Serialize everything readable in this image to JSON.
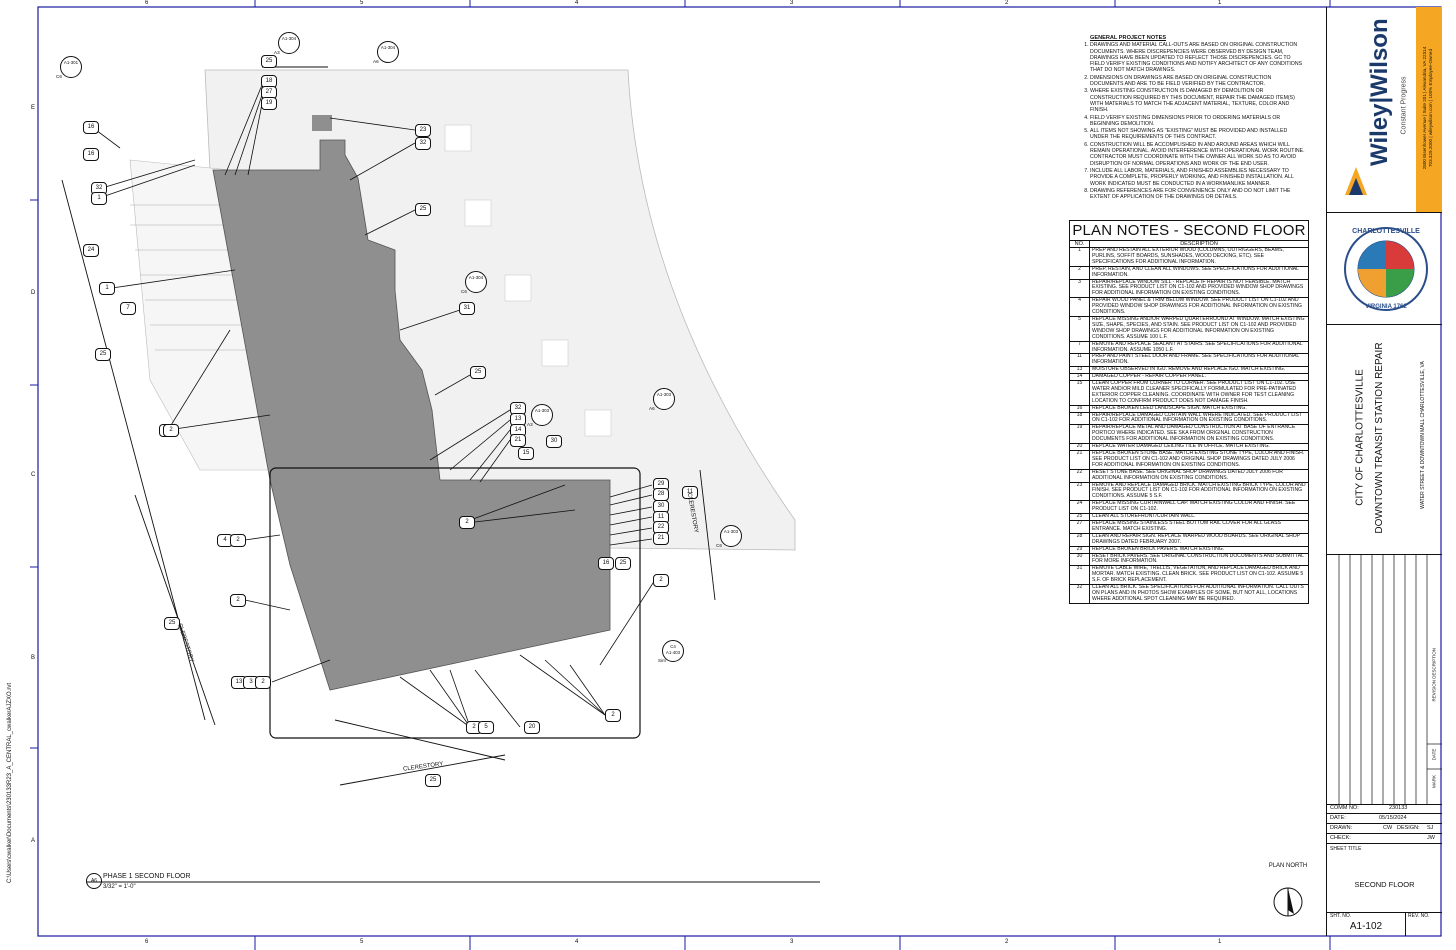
{
  "grid": {
    "columns": [
      "6",
      "5",
      "4",
      "3",
      "2",
      "1"
    ],
    "rows": [
      "E",
      "D",
      "C",
      "B",
      "A"
    ]
  },
  "general_notes": {
    "heading": "GENERAL PROJECT NOTES",
    "items": [
      "DRAWINGS AND MATERIAL CALL-OUTS ARE BASED ON ORIGINAL CONSTRUCTION DOCUMENTS. WHERE DISCREPENCIES WERE OBSERVED BY DESIGN TEAM, DRAWINGS HAVE BEEN UPDATED TO REFLECT THOSE DISCREPENCIES. GC TO FIELD VERIFY EXISTING CONDITIONS AND NOTIFY ARCHITECT OF ANY CONDITIONS THAT DO NOT MATCH DRAWINGS.",
      "DIMENSIONS ON DRAWINGS ARE BASED ON ORIGINAL CONSTRUCTION DOCUMENTS AND ARE TO BE FIELD VERIFIED BY THE CONTRACTOR.",
      "WHERE EXISTING CONSTRUCTION IS DAMAGED BY DEMOLITION OR CONSTRUCTION REQUIRED BY THIS DOCUMENT, REPAIR THE DAMAGED ITEM(S) WITH MATERIALS TO MATCH THE ADJACENT MATERIAL, TEXTURE, COLOR AND FINISH.",
      "FIELD VERIFY EXISTING DIMENSIONS PRIOR TO ORDERING MATERIALS OR BEGINNING DEMOLITION.",
      "ALL ITEMS NOT SHOWING AS \"EXISTING\" MUST BE PROVIDED AND INSTALLED UNDER THE REQUIREMENTS OF THIS CONTRACT.",
      "CONSTRUCTION WILL BE ACCOMPLISHED IN AND AROUND AREAS WHICH WILL REMAIN OPERATIONAL. AVOID INTERFERENCE WITH OPERATIONAL WORK ROUTINE. CONTRACTOR MUST COORDINATE WITH THE OWNER ALL WORK SO AS TO AVOID DISRUPTION OF NORMAL OPERATIONS AND WORK OF THE END USER.",
      "INCLUDE ALL LABOR, MATERIALS, AND FINISHED ASSEMBLIES NECESSARY TO PROVIDE A COMPLETE, PROPERLY WORKING, AND FINISHED INSTALLATION. ALL WORK INDICATED MUST BE CONDUCTED IN A WORKMANLIKE MANNER.",
      "DRAWING REFERENCES ARE FOR CONVENIENCE ONLY AND DO NOT LIMIT THE EXTENT OF APPLICATION OF THE DRAWINGS OR DETAILS."
    ]
  },
  "plan_notes": {
    "title": "PLAN NOTES - SECOND FLOOR",
    "col_no": "NO.",
    "col_desc": "DESCRIPTION",
    "rows": [
      {
        "no": "1",
        "desc": "PREP AND RESTAIN ALL EXTERIOR WOOD (COLUMNS, OUTRIGGERS, BEAMS, PURLINS, SOFFIT BOARDS, SUNSHADES, WOOD DECKING, ETC). SEE SPECIFICATIONS FOR ADDITIONAL INFORMATION."
      },
      {
        "no": "2",
        "desc": "PREP, RESTAIN, AND CLEAN ALL WINDOWS. SEE SPECIFICATIONS FOR ADDITIONAL INFORMATION."
      },
      {
        "no": "3",
        "desc": "REPAIR/REPLACE WINDOW SILL - REPLACE IF REPAIR IS NOT FEASIBLE. MATCH EXISTING. SEE PRODUCT LIST ON C1-102 AND PROVIDED WINDOW SHOP DRAWINGS FOR ADDITIONAL INFORMATION ON EXISTING CONDITIONS."
      },
      {
        "no": "4",
        "desc": "REPAIR WOOD PANEL & TRIM BELOW WINDOW. SEE PRODUCT LIST ON C1-102 AND PROVIDED WINDOW SHOP DRAWINGS FOR ADDITIONAL INFORMATION ON EXISTING CONDITIONS."
      },
      {
        "no": "5",
        "desc": "REPLACE MISSING AND/OR WARPED QUARTERROUND AT WINDOW. MATCH EXISTING SIZE, SHAPE, SPECIES, AND STAIN. SEE PRODUCT LIST ON C1-102 AND PROVIDED WINDOW SHOP DRAWINGS FOR ADDITIONAL INFORMATION ON EXISTING CONDITIONS. ASSUME 100 L.F."
      },
      {
        "no": "7",
        "desc": "REMOVE AND REPLACE SEALANT AT STAIRS. SEE SPECIFICATIONS FOR ADDITIONAL INFORMATION. ASSUME 1050 L.F."
      },
      {
        "no": "11",
        "desc": "PREP AND PAINT STEEL DOOR AND FRAME. SEE SPECIFICATIONS FOR ADDITIONAL INFORMATION."
      },
      {
        "no": "13",
        "desc": "MOISTURE OBSERVED IN IGU. REMOVE AND REPLACE IGU. MATCH EXISTING."
      },
      {
        "no": "14",
        "desc": "DAMAGED COPPER - REPAIR COPPER PANEL."
      },
      {
        "no": "15",
        "desc": "CLEAN COPPER FROM CORNER TO CORNER. SEE PRODUCT LIST ON C1-102. USE WATER AND/OR MILD CLEANER SPECIFICALLY FORMULATED FOR PRE-PATINATED EXTERIOR COPPER CLEANING. COORDINATE WITH OWNER FOR TEST CLEANING LOCATION TO CONFIRM PRODUCT DOES NOT DAMAGE FINISH."
      },
      {
        "no": "16",
        "desc": "REPLACE BROKEN LEED LANDSCAPE SIGN. MATCH EXISTING."
      },
      {
        "no": "18",
        "desc": "REPAIR/REPLACE DAMAGED CURTAIN WALL WHERE INDICATED. SEE PRODUCT LIST ON C1-102 FOR ADDITIONAL INFORMATION ON EXISTING CONDITIONS."
      },
      {
        "no": "19",
        "desc": "REPAIR/REPLACE METAL AND DAMAGED CONSTRUCTION AT BASE OF ENTRANCE PORTICO WHERE INDICATED. SEE SKA FROM ORIGINAL CONSTRUCTION DOCUMENTS FOR ADDITIONAL INFORMATION ON EXISTING CONDITIONS."
      },
      {
        "no": "20",
        "desc": "REPLACE WATER DAMAGED CEILING TILE IN OFFICE. MATCH EXISTING."
      },
      {
        "no": "21",
        "desc": "REPLACE BROKEN STONE BASE. MATCH EXISTING STONE TYPE, COLOR AND FINISH. SEE PRODUCT LIST ON C1-102 AND ORIGINAL SHOP DRAWINGS DATED JULY 2006 FOR ADDITIONAL INFORMATION ON EXISTING CONDITIONS."
      },
      {
        "no": "22",
        "desc": "RESET STONE BASE. SEE ORIGINAL SHOP DRAWINGS DATED JULY 2006 FOR ADDITIONAL INFORMATION ON EXISTING CONDITIONS."
      },
      {
        "no": "23",
        "desc": "REMOVE AND REPLACE DAMAGED BRICK. MATCH EXISTING BRICK TYPE, COLOR AND FINISH. SEE PRODUCT LIST ON C1-102 FOR ADDITIONAL INFORMATION ON EXISTING CONDITIONS. ASSUME 5 S.F."
      },
      {
        "no": "24",
        "desc": "REPLACE MISSING CURTAINWALL CAP. MATCH EXISTING COLOR AND FINISH. SEE PRODUCT LIST ON C1-102."
      },
      {
        "no": "25",
        "desc": "CLEAN ALL STOREFRONT/CURTAIN WALL."
      },
      {
        "no": "27",
        "desc": "REPLACE MISSING STAINLESS STEEL BOTTOM RAIL COVER FOR ALL GLASS ENTRANCE. MATCH EXISTING."
      },
      {
        "no": "28",
        "desc": "CLEAN AND REPAIR SIGN. REPLACE WARPED WOOD BOARDS. SEE ORIGINAL SHOP DRAWINGS DATED FEBRUARY 2007."
      },
      {
        "no": "29",
        "desc": "REPLACE BROKEN BRICK PAVERS. MATCH EXISTING."
      },
      {
        "no": "30",
        "desc": "RESET BRICK PAVERS. SEE ORIGINAL CONSTRUCTION DOCUMENTS AND SUBMITTAL FOR MORE INFORMATION."
      },
      {
        "no": "31",
        "desc": "REMOVE CABLE WIRE, TRELLIS, VEGETATION, AND REPLACE DAMAGED BRICK AND MORTAR. MATCH EXISTING. CLEAN BRICK. SEE PRODUCT LIST ON C1-102. ASSUME 5 S.F. OF BRICK REPLACEMENT."
      },
      {
        "no": "32",
        "desc": "CLEAN ALL BRICK. SEE SPECIFICATIONS FOR ADDITIONAL INFORMATION. CALL OUTS ON PLANS AND IN PHOTOS SHOW EXAMPLES OF SOME, BUT NOT ALL, LOCATIONS WHERE ADDITIONAL SPOT CLEANING MAY BE REQUIRED."
      }
    ]
  },
  "firm": {
    "name": "Wiley|Wilson",
    "tagline": "Constant Progress",
    "address_line1": "2800 Eisenhower Avenue | Suite 201 | Alexandria, VA 22314",
    "address_line2": "703.329.2000 | wileywilson.com | 100% Employee-Owned",
    "orange": "#f5a623"
  },
  "seal": {
    "top_text": "CHARLOTTESVILLE",
    "bottom_text": "VIRGINIA",
    "year": "1762",
    "colors": {
      "blue": "#2a7ab8",
      "green": "#3a9d47",
      "red": "#d93a3a",
      "orange": "#f0a030"
    }
  },
  "project": {
    "client": "CITY OF CHARLOTTESVILLE",
    "name": "DOWNTOWN TRANSIT STATION REPAIR",
    "address": "WATER STREET & DOWNTOWN MALL CHARLOTTESVILLE, VA"
  },
  "revision": {
    "mark_label": "MARK",
    "date_label": "DATE",
    "desc_label": "REVISION DESCRIPTION"
  },
  "sheet_info": {
    "comm_no_label": "COMM NO:",
    "comm_no": "230133",
    "date_label": "DATE:",
    "date": "05/15/2024",
    "drawn_label": "DRAWN:",
    "drawn_a": "CW",
    "design_label": "DESIGN:",
    "design": "SJ",
    "check_label": "CHECK:",
    "check": "JW",
    "sheet_title_label": "SHEET TITLE",
    "sheet_title": "SECOND FLOOR",
    "sht_no_label": "SHT. NO.",
    "sht_no": "A1-102",
    "rev_no_label": "REV. NO."
  },
  "drawing": {
    "title_tag": "A6",
    "title": "PHASE 1 SECOND FLOOR",
    "scale": "3/32\" = 1'-0\"",
    "north_label": "PLAN NORTH",
    "clerestory": "CLERESTORY",
    "file_path": "C:\\Users\\cwalker\\Documents\\230133R23_A_CENTRAL_cwalkerAJZXO.rvt"
  },
  "callouts": {
    "sections": [
      {
        "num": "",
        "sheet": "A1-301",
        "side": "C6"
      },
      {
        "num": "",
        "sheet": "A1-304",
        "side": "A3"
      },
      {
        "num": "",
        "sheet": "A1-304",
        "side": "A6"
      },
      {
        "num": "",
        "sheet": "A1-304",
        "side": "C6"
      },
      {
        "num": "",
        "sheet": "A1-303",
        "side": "A6"
      },
      {
        "num": "",
        "sheet": "A1-303",
        "side": "A3"
      },
      {
        "num": "",
        "sheet": "A1-303",
        "side": "C6"
      },
      {
        "num": "C4",
        "sheet": "A1-403",
        "side": "Sim"
      }
    ],
    "hex_tags": [
      "25",
      "18",
      "27",
      "19",
      "16",
      "16",
      "32",
      "1",
      "24",
      "1",
      "7",
      "25",
      "1",
      "23",
      "32",
      "25",
      "31",
      "25",
      "32",
      "13",
      "14",
      "21",
      "30",
      "15",
      "29",
      "28",
      "30",
      "11",
      "22",
      "21",
      "11",
      "25",
      "2",
      "4",
      "2",
      "2",
      "25",
      "16",
      "2",
      "13",
      "3",
      "2",
      "2",
      "5",
      "20",
      "2",
      "25",
      "2"
    ]
  }
}
